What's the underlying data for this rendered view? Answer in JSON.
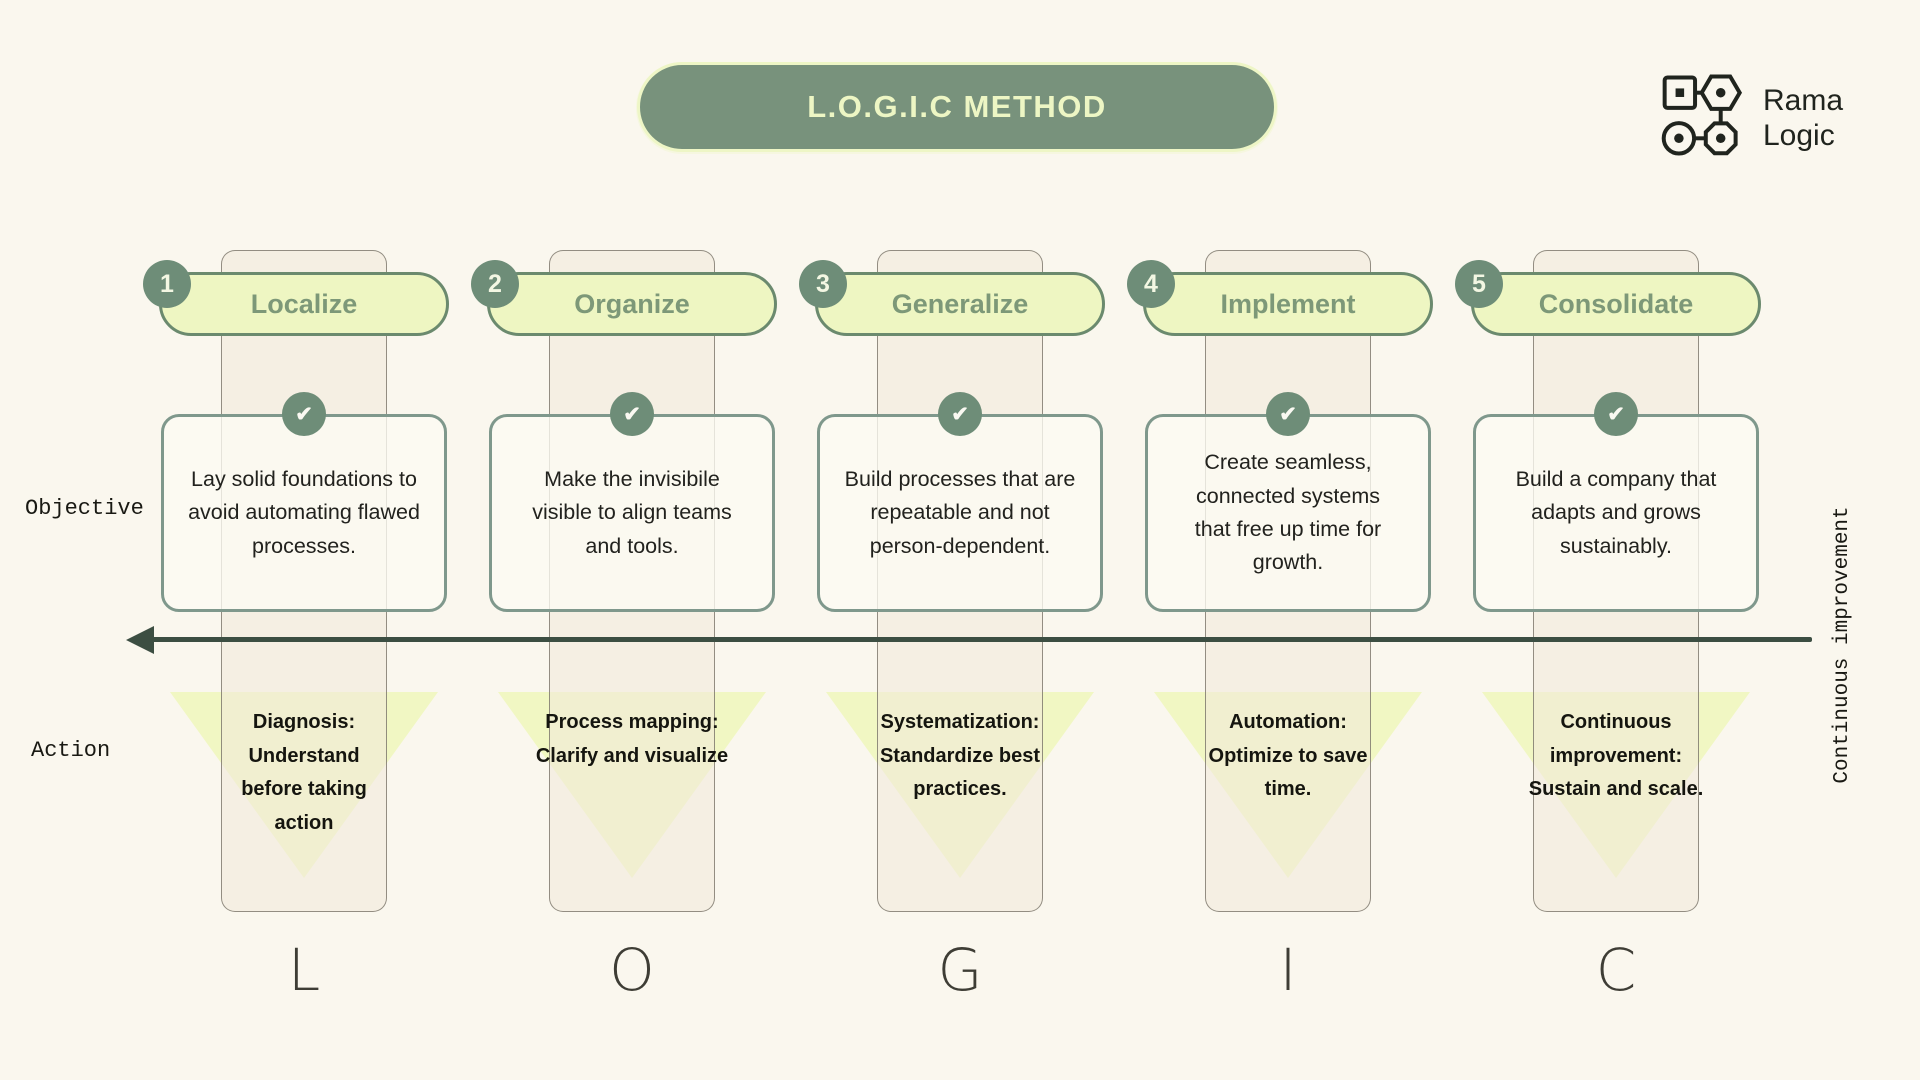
{
  "title": {
    "text": "L.O.G.I.C METHOD"
  },
  "logo": {
    "line1": "Rama",
    "line2": "Logic"
  },
  "row_labels": {
    "objective": "Objective",
    "action": "Action"
  },
  "axis": {
    "vertical_label": "Continuous improvement"
  },
  "colors": {
    "background": "#faf7ee",
    "sage_dark": "#6e8d78",
    "sage_title_fill": "#78927c",
    "pill_yellow": "#eef6c2",
    "triangle_yellow": "#f1f7c3",
    "pillar_beige": "#f0e9db",
    "card_border": "#7f988c",
    "arrow": "#3c4e42",
    "ink": "#22221e"
  },
  "columns": [
    {
      "number": "1",
      "title": "Localize",
      "objective": "Lay solid foundations to\navoid automating flawed\nprocesses.",
      "action": "Diagnosis:\nUnderstand\nbefore taking\naction",
      "letter": "L"
    },
    {
      "number": "2",
      "title": "Organize",
      "objective": "Make the invisibile\nvisible to align teams\nand tools.",
      "action": "Process mapping:\nClarify and visualize",
      "letter": "O"
    },
    {
      "number": "3",
      "title": "Generalize",
      "objective": "Build processes that are\nrepeatable and not\nperson-dependent.",
      "action": "Systematization:\nStandardize best\npractices.",
      "letter": "G"
    },
    {
      "number": "4",
      "title": "Implement",
      "objective": "Create seamless,\nconnected systems\nthat free up time for\ngrowth.",
      "action": "Automation:\nOptimize to save\ntime.",
      "letter": "I"
    },
    {
      "number": "5",
      "title": "Consolidate",
      "objective": "Build a company that\nadapts and grows\nsustainably.",
      "action": "Continuous\nimprovement:\nSustain and scale.",
      "letter": "C"
    }
  ]
}
